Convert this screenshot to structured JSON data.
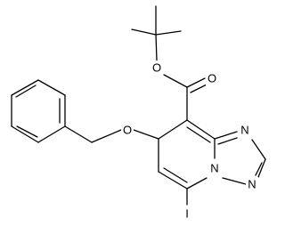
{
  "molecule": {
    "atoms": {
      "o_ester": "O",
      "o_carbonyl": "O",
      "o_ether": "O",
      "n_ring_top": "N",
      "n_ring_bridge": "N",
      "n_ring_right": "N",
      "iodine": "I"
    },
    "colors": {
      "bond": "#000000",
      "label": "#000000",
      "background": "#ffffff"
    }
  }
}
